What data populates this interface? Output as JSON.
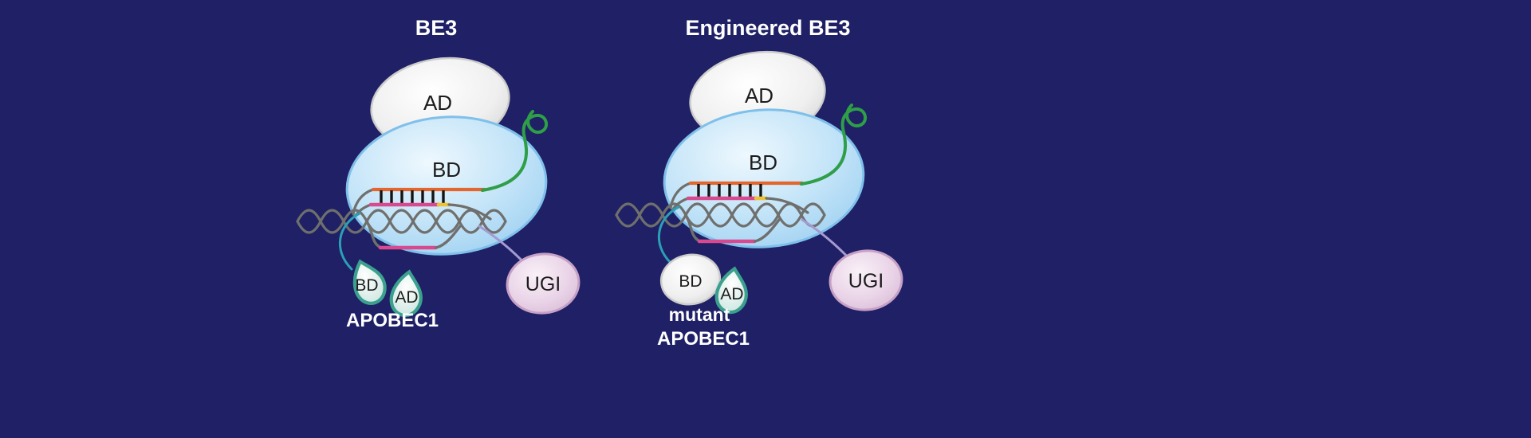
{
  "colors": {
    "background": "#1f2066",
    "title_text": "#ffffff",
    "label_text": "#1c1c1c",
    "cas9_fill": "#b9def6",
    "cas9_stroke": "#7fc0ea",
    "ad_fill": "#efefef",
    "ad_stroke": "#cccccc",
    "sgrna": "#2f9e48",
    "dna": "#6f6f6d",
    "target_strand": "#e2662d",
    "hybrid_strand": "#d9498f",
    "edited_segment": "#d9498f",
    "pam": "#edc335",
    "base_pairs": "#141414",
    "apobec_stroke": "#3ba18e",
    "apobec_fill": "#d8ece7",
    "apobec_link": "#2b9fb5",
    "ugi_fill": "#e3c7e1",
    "ugi_stroke": "#c6a0c5",
    "ugi_link": "#a39ad0"
  },
  "left": {
    "title": "BE3",
    "ad_label": "AD",
    "bd_label": "BD",
    "apobec1": {
      "bd_label": "BD",
      "ad_label": "AD",
      "name": "APOBEC1"
    },
    "ugi_label": "UGI"
  },
  "right": {
    "title": "Engineered BE3",
    "ad_label": "AD",
    "bd_label": "BD",
    "apobec1": {
      "bd_label": "BD",
      "ad_label": "AD",
      "name_line1": "mutant",
      "name_line2": "APOBEC1"
    },
    "ugi_label": "UGI"
  }
}
